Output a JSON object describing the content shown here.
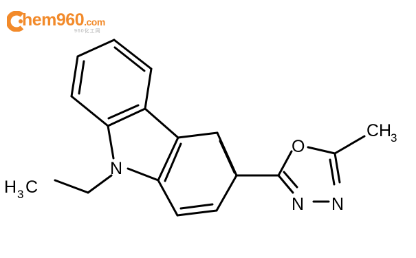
{
  "logo": {
    "word_main": "hem960",
    "word_domain": ".com",
    "subtitle": "960化工网",
    "icon": "logo-c-icon",
    "brand_color": "#f28a2a"
  },
  "molecule": {
    "atoms": {
      "o_label": "O",
      "n_carbazole": "N",
      "n_left": "N",
      "n_right": "N",
      "ch3_right_main": "CH",
      "ch3_right_sub": "3",
      "h3c_left_main": "H",
      "h3c_left_sub": "3",
      "h3c_left_c": "C"
    },
    "bond_color": "#000000"
  }
}
